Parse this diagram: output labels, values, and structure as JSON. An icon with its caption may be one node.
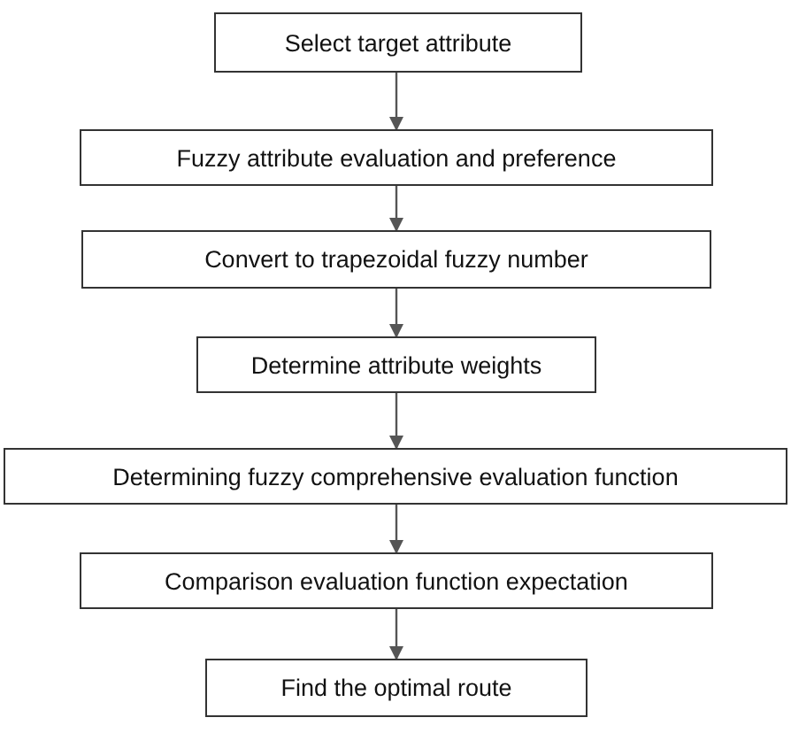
{
  "diagram": {
    "nodes": [
      {
        "text": [
          "Select target attribute"
        ]
      },
      {
        "text": [
          "Fuzzy attribute evaluation and preference"
        ]
      },
      {
        "text": [
          "Convert to trapezoidal fuzzy number"
        ]
      },
      {
        "text": [
          "Determine attribute weights"
        ]
      },
      {
        "text": [
          "Determining fuzzy comprehensive evaluation function"
        ]
      },
      {
        "text": [
          "Comparison evaluation function expectation"
        ]
      },
      {
        "text": [
          "Find the optimal route"
        ]
      }
    ],
    "edges": [
      {
        "from": 0,
        "to": 1,
        "arrow": "to"
      },
      {
        "from": 1,
        "to": 2,
        "arrow": "to"
      },
      {
        "from": 2,
        "to": 3,
        "arrow": "to"
      },
      {
        "from": 3,
        "to": 4,
        "arrow": "to"
      },
      {
        "from": 4,
        "to": 5,
        "arrow": "to"
      },
      {
        "from": 5,
        "to": 6,
        "arrow": "to"
      }
    ]
  }
}
